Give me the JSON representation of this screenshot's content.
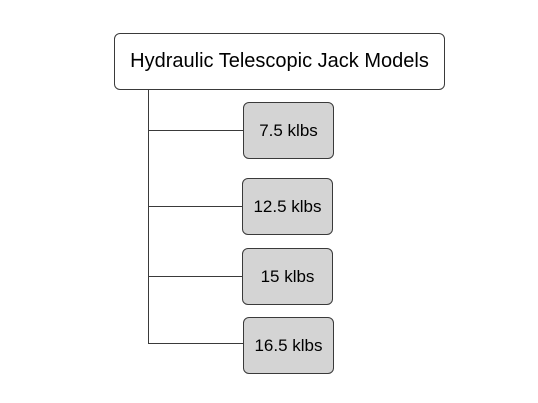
{
  "diagram": {
    "root": {
      "label": "Hydraulic Telescopic Jack Models"
    },
    "children": [
      {
        "label": "7.5 klbs"
      },
      {
        "label": "12.5 klbs"
      },
      {
        "label": "15 klbs"
      },
      {
        "label": "16.5 klbs"
      }
    ],
    "colors": {
      "child_fill": "#d4d4d4",
      "root_fill": "#ffffff",
      "line": "#3a3a3a"
    }
  }
}
